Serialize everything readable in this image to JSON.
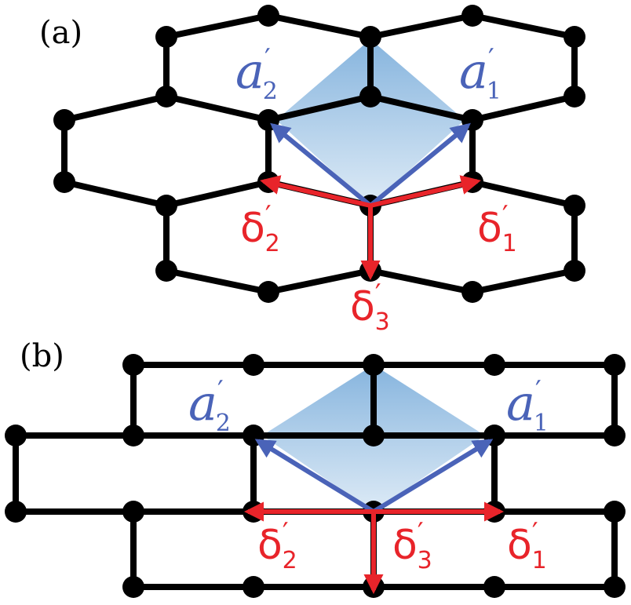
{
  "colors": {
    "bond": "#000000",
    "site": "#000000",
    "lattice_vector": "#4a63b8",
    "nn_vector": "#e8242a",
    "cell_fill": "#8fb9dd"
  },
  "panels": [
    {
      "id": "a",
      "label": "(a)",
      "vectors": {
        "a1": {
          "symbol": "a",
          "prime": "′",
          "sub": "1"
        },
        "a2": {
          "symbol": "a",
          "prime": "′",
          "sub": "2"
        },
        "d1": {
          "symbol": "δ",
          "prime": "′",
          "sub": "1"
        },
        "d2": {
          "symbol": "δ",
          "prime": "′",
          "sub": "2"
        },
        "d3": {
          "symbol": "δ",
          "prime": "′",
          "sub": "3"
        }
      }
    },
    {
      "id": "b",
      "label": "(b)",
      "vectors": {
        "a1": {
          "symbol": "a",
          "prime": "′",
          "sub": "1"
        },
        "a2": {
          "symbol": "a",
          "prime": "′",
          "sub": "2"
        },
        "d1": {
          "symbol": "δ",
          "prime": "′",
          "sub": "1"
        },
        "d2": {
          "symbol": "δ",
          "prime": "′",
          "sub": "2"
        },
        "d3": {
          "symbol": "δ",
          "prime": "′",
          "sub": "3"
        }
      }
    }
  ]
}
